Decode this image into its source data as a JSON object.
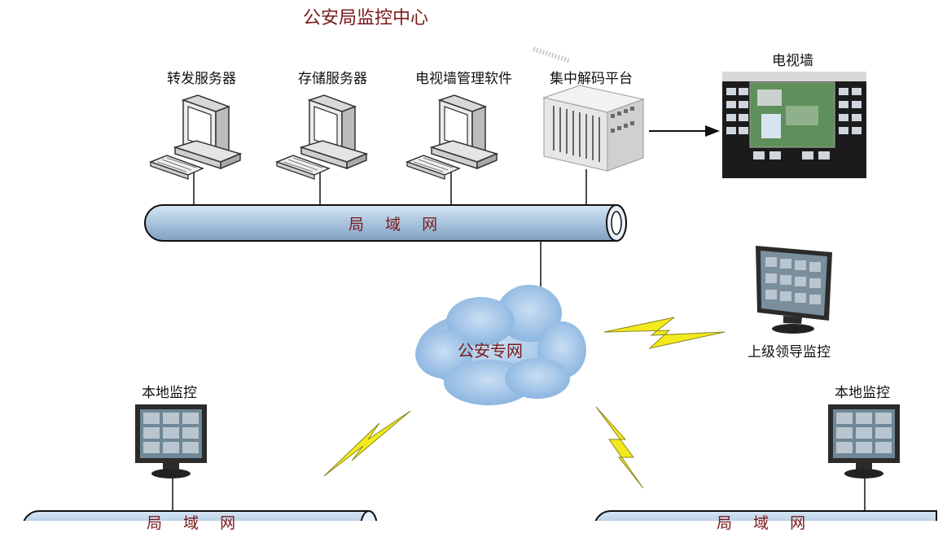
{
  "title": "公安局监控中心",
  "labels": {
    "forward_server": "转发服务器",
    "storage_server": "存储服务器",
    "tvwall_software": "电视墙管理软件",
    "decoder_platform": "集中解码平台",
    "tv_wall": "电视墙",
    "lan_top": "局 域 网",
    "police_net": "公安专网",
    "superior_monitor": "上级领导监控",
    "local_monitor_left": "本地监控",
    "local_monitor_right": "本地监控",
    "lan_bottom_left": "局 域 网",
    "lan_bottom_right": "局 域 网"
  },
  "colors": {
    "title": "#7a1a1a",
    "pipe_fill": "#a9c4de",
    "pipe_stroke": "#1a1a1a",
    "cloud": "#9ec2e8",
    "lightning": "#f2ea1c"
  },
  "icons": [
    "computer-icon",
    "decoder-rack-icon",
    "tv-wall-icon",
    "monitor-icon",
    "cloud-icon",
    "lightning-icon"
  ]
}
